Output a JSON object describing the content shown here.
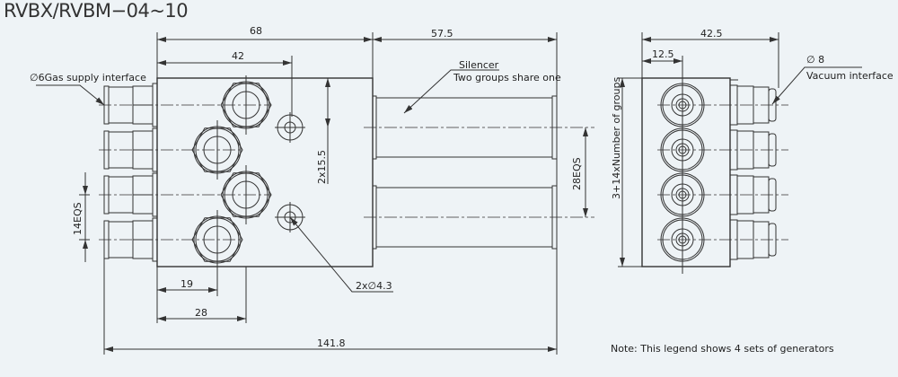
{
  "title": "RVBX/RVBM−04~10",
  "dimensions": {
    "d68": "68",
    "d57_5": "57.5",
    "d42": "42",
    "d2x15_5": "2x15.5",
    "d28eqs": "28EQS",
    "d14eqs": "14EQS",
    "d19": "19",
    "d28": "28",
    "d141_8": "141.8",
    "d42_5": "42.5",
    "d12_5": "12.5",
    "d_height": "3+14xNumber of groups"
  },
  "callouts": {
    "gas_supply": "∅6Gas supply interface",
    "silencer": "Silencer",
    "silencer_note": "Two groups share one",
    "holes": "2x∅4.3",
    "vacuum_dia": "∅ 8",
    "vacuum": "Vacuum interface"
  },
  "note": "Note: This legend shows 4 sets of generators"
}
